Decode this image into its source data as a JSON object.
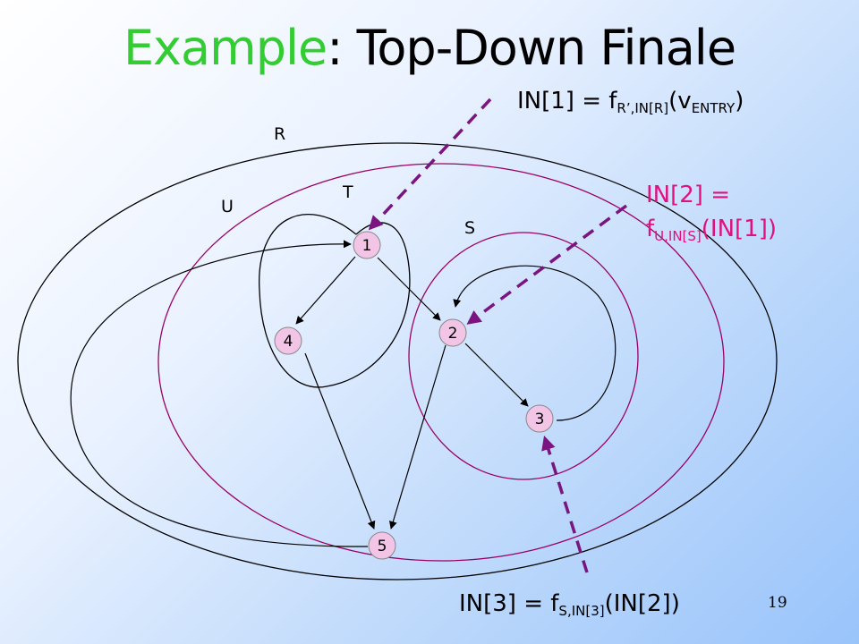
{
  "slide": {
    "title_accent": "Example",
    "title_rest": ": Top-Down Finale",
    "page_number": "19"
  },
  "regions": {
    "r": "R",
    "u": "U",
    "t": "T",
    "s": "S"
  },
  "nodes": [
    "1",
    "2",
    "3",
    "4",
    "5"
  ],
  "equations": {
    "in1": {
      "lhs": "IN[1] = f",
      "sub": "R’,IN[R]",
      "mid": "(v",
      "sub2": "ENTRY",
      "end": ")"
    },
    "in2": {
      "line1": "IN[2] =",
      "f": "f",
      "sub": "U,IN[S]",
      "end": "(IN[1])"
    },
    "in3": {
      "lhs": "IN[3] = f",
      "sub": "S,IN[3]",
      "end": "(IN[2])"
    }
  },
  "colors": {
    "title_accent": "#33cc33",
    "pink_text": "#e0117f",
    "region_outline": "#990066",
    "dashed_arrow": "#7a1480",
    "node_fill": "#f2c4e6"
  }
}
